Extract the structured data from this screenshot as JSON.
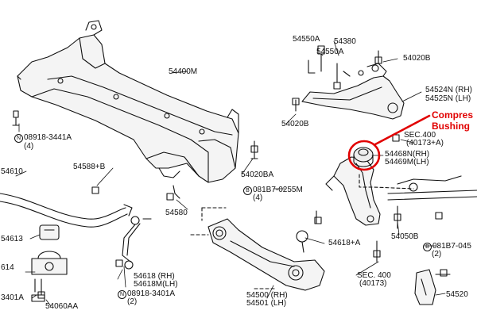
{
  "accent_color": "#e10000",
  "callout": {
    "line1": "Compres",
    "line2": "Bushing"
  },
  "labels": {
    "p54550a_1": "54550A",
    "p54380": "54380",
    "p54550a_2": "54550A",
    "p54020b_1": "54020B",
    "p54400m": "54400M",
    "p54524n": "54524N (RH)",
    "p54525n": "54525N (LH)",
    "p54020b_2": "54020B",
    "sec400_a": "SEC.400",
    "sec400_a_ref": "(40173+A)",
    "bolt_08918_a": "08918-3441A",
    "bolt_08918_a_qty": "(4)",
    "p54468n": "54468N(RH)",
    "p54469m": "54469M(LH)",
    "p54610": "54610",
    "p54588b": "54588+B",
    "p54020ba": "54020BA",
    "bolt_081b7_a": "081B7-0255M",
    "bolt_081b7_a_qty": "(4)",
    "p54580": "54580",
    "p54050b": "54050B",
    "p54613": "54613",
    "p54614": "614",
    "p54618a": "54618+A",
    "bolt_081b7_b": "081B7-045",
    "bolt_081b7_b_qty": "(2)",
    "p54618": "54618 (RH)",
    "p54618m": "54618M(LH)",
    "bolt_08918_b": "08918-3401A",
    "bolt_08918_b_qty": "(2)",
    "sec400_b": "SEC. 400",
    "sec400_b_ref": "(40173)",
    "p3401a": "3401A",
    "p54060aa": "54060AA",
    "p54500": "54500 (RH)",
    "p54501": "54501 (LH)",
    "p54520": "54520",
    "badge_n": "N",
    "badge_b": "B"
  }
}
